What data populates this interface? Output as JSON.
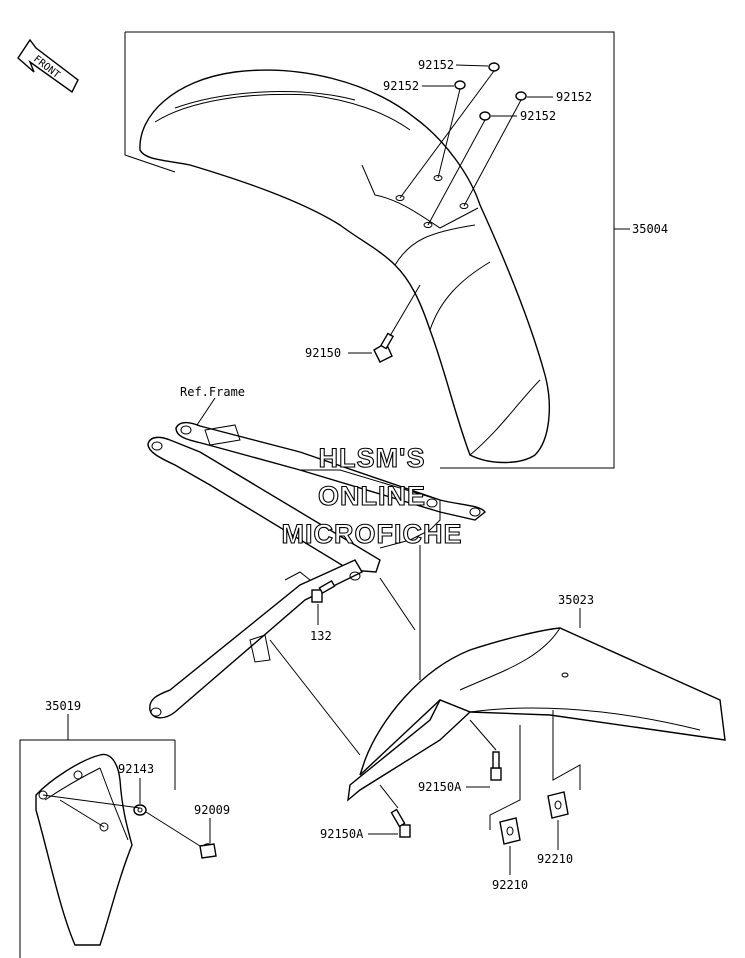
{
  "front_arrow": {
    "label": "FRONT"
  },
  "watermark": [
    "HLSM'S",
    "ONLINE",
    "MICROFICHE"
  ],
  "reference": {
    "label": "Ref.Frame"
  },
  "callouts": {
    "c_92152_a": "92152",
    "c_92152_b": "92152",
    "c_92152_c": "92152",
    "c_92152_d": "92152",
    "c_35004": "35004",
    "c_92150": "92150",
    "c_35023": "35023",
    "c_132": "132",
    "c_35019": "35019",
    "c_92143": "92143",
    "c_92009": "92009",
    "c_92150A_a": "92150A",
    "c_92150A_b": "92150A",
    "c_92210_a": "92210",
    "c_92210_b": "92210"
  }
}
